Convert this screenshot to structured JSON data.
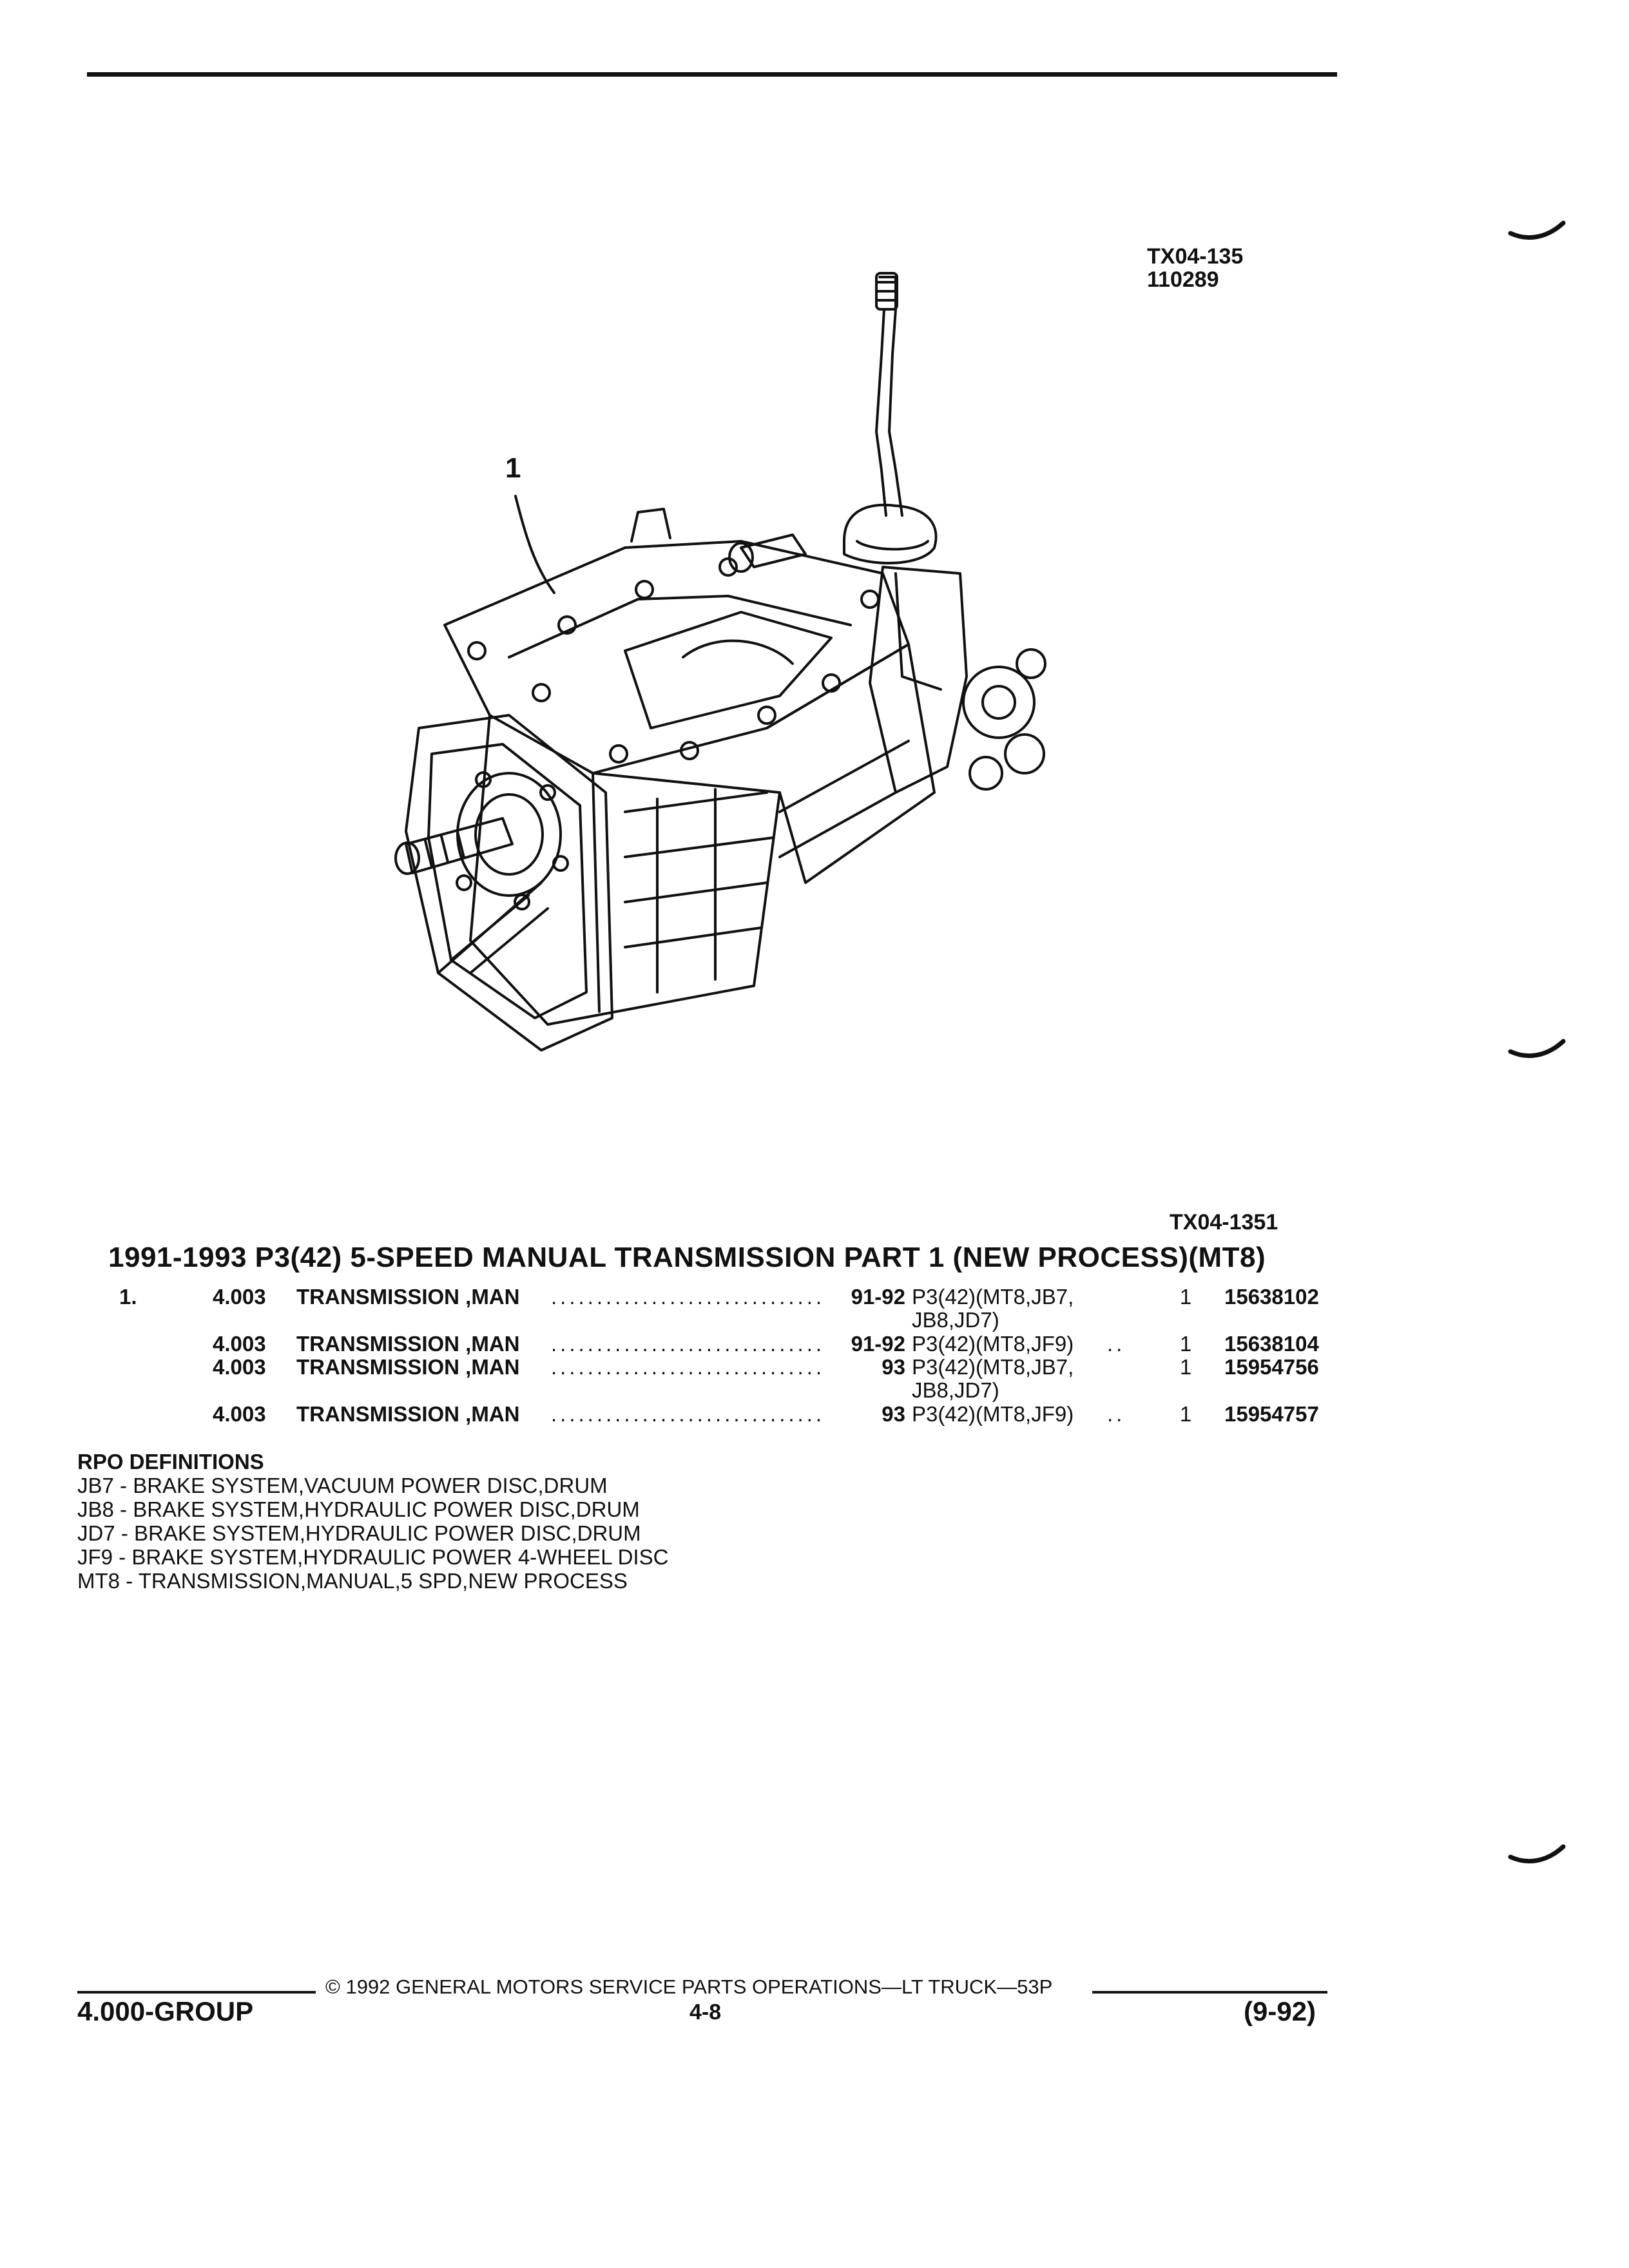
{
  "illustration": {
    "code_top": "TX04-135",
    "date_code": "110289",
    "callout": "1",
    "code_bottom": "TX04-1351"
  },
  "section_title": "1991-1993 P3(42) 5-SPEED MANUAL TRANSMISSION PART 1 (NEW PROCESS)(MT8)",
  "parts": [
    {
      "index": "1.",
      "group": "4.003",
      "description": "TRANSMISSION ,MAN",
      "years": "91-92",
      "application": "P3(42)(MT8,JB7,",
      "application_cont": "JB8,JD7)",
      "qty": "1",
      "part_number": "15638102"
    },
    {
      "index": "",
      "group": "4.003",
      "description": "TRANSMISSION ,MAN",
      "years": "91-92",
      "application": "P3(42)(MT8,JF9)",
      "application_cont": "",
      "qty": "1",
      "part_number": "15638104"
    },
    {
      "index": "",
      "group": "4.003",
      "description": "TRANSMISSION ,MAN",
      "years": "93",
      "application": "P3(42)(MT8,JB7,",
      "application_cont": "JB8,JD7)",
      "qty": "1",
      "part_number": "15954756"
    },
    {
      "index": "",
      "group": "4.003",
      "description": "TRANSMISSION ,MAN",
      "years": "93",
      "application": "P3(42)(MT8,JF9)",
      "application_cont": "",
      "qty": "1",
      "part_number": "15954757"
    }
  ],
  "rpo": {
    "title": "RPO DEFINITIONS",
    "items": [
      "JB7 - BRAKE SYSTEM,VACUUM POWER DISC,DRUM",
      "JB8 - BRAKE SYSTEM,HYDRAULIC POWER DISC,DRUM",
      "JD7 - BRAKE SYSTEM,HYDRAULIC POWER DISC,DRUM",
      "JF9 - BRAKE SYSTEM,HYDRAULIC POWER 4-WHEEL DISC",
      "MT8 - TRANSMISSION,MANUAL,5 SPD,NEW PROCESS"
    ]
  },
  "footer": {
    "copyright": "© 1992 GENERAL MOTORS SERVICE PARTS OPERATIONS—LT TRUCK—53P",
    "group": "4.000-GROUP",
    "page": "4-8",
    "revision": "(9-92)"
  }
}
